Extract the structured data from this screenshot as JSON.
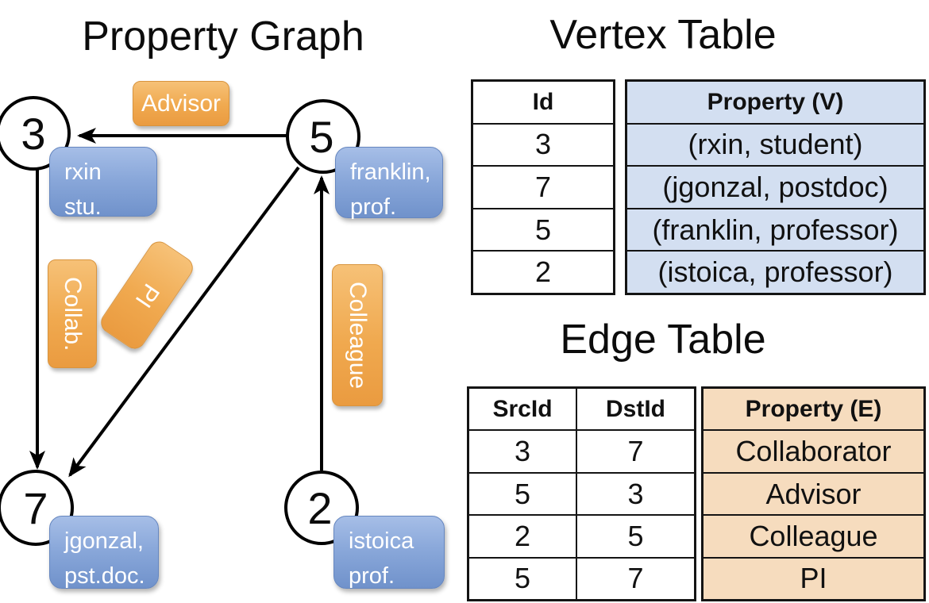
{
  "titles": {
    "graph": "Property Graph",
    "vertex_table": "Vertex Table",
    "edge_table": "Edge Table"
  },
  "graph": {
    "vertices": [
      {
        "id": "3",
        "callout_line1": "rxin",
        "callout_line2": "stu."
      },
      {
        "id": "5",
        "callout_line1": "franklin,",
        "callout_line2": "prof."
      },
      {
        "id": "7",
        "callout_line1": "jgonzal,",
        "callout_line2": "pst.doc."
      },
      {
        "id": "2",
        "callout_line1": "istoica",
        "callout_line2": "prof."
      }
    ],
    "edge_labels": {
      "advisor": "Advisor",
      "collab": "Collab.",
      "pi": "PI",
      "colleague": "Colleague"
    },
    "edges": [
      {
        "src": "5",
        "dst": "3",
        "label": "Advisor"
      },
      {
        "src": "3",
        "dst": "7",
        "label": "Collab."
      },
      {
        "src": "5",
        "dst": "7",
        "label": "PI"
      },
      {
        "src": "2",
        "dst": "5",
        "label": "Colleague"
      }
    ]
  },
  "vertex_table": {
    "headers": {
      "id": "Id",
      "property": "Property (V)"
    },
    "rows": [
      {
        "id": "3",
        "property": "(rxin, student)"
      },
      {
        "id": "7",
        "property": "(jgonzal, postdoc)"
      },
      {
        "id": "5",
        "property": "(franklin, professor)"
      },
      {
        "id": "2",
        "property": "(istoica, professor)"
      }
    ]
  },
  "edge_table": {
    "headers": {
      "src": "SrcId",
      "dst": "DstId",
      "property": "Property (E)"
    },
    "rows": [
      {
        "src": "3",
        "dst": "7",
        "property": "Collaborator"
      },
      {
        "src": "5",
        "dst": "3",
        "property": "Advisor"
      },
      {
        "src": "2",
        "dst": "5",
        "property": "Colleague"
      },
      {
        "src": "5",
        "dst": "7",
        "property": "PI"
      }
    ]
  },
  "colors": {
    "edge_label_orange_top": "#f6c177",
    "edge_label_orange_bottom": "#ea9b40",
    "vertex_callout_blue_top": "#a6bee7",
    "vertex_callout_blue_bottom": "#7092cb",
    "vertex_table_cell_blue": "#d3dff1",
    "edge_table_cell_tan": "#f6dcbe",
    "line_black": "#000000"
  }
}
